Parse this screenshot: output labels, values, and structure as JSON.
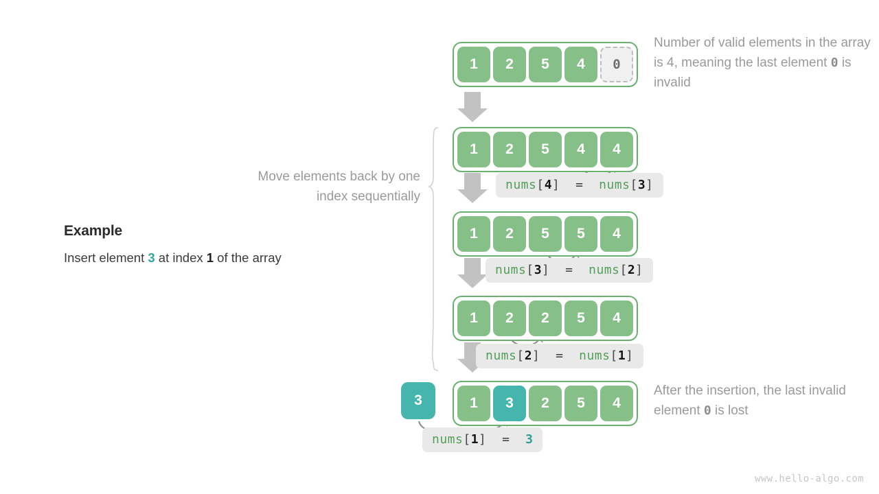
{
  "page": {
    "watermark": "www.hello-algo.com",
    "colors": {
      "green_fill": "#87bf88",
      "green_border": "#6ab06f",
      "teal_fill": "#46b5ae",
      "gray_arrow": "#bfbfbf",
      "chip_bg": "#e9e9e9",
      "caption_gray": "#9a9a9a"
    }
  },
  "example": {
    "title": "Example",
    "desc_prefix": "Insert element ",
    "desc_value": "3",
    "desc_middle": " at index ",
    "desc_index": "1",
    "desc_suffix": " of the array"
  },
  "captions": {
    "top_a": "Number of valid elements in the array is 4, meaning the last element ",
    "top_b": "0",
    "top_c": " is invalid",
    "move": "Move elements back by one index sequentially",
    "bottom_a": "After the insertion, the last invalid element ",
    "bottom_b": "0",
    "bottom_c": " is lost"
  },
  "rows": [
    {
      "id": "row-initial",
      "cells": [
        {
          "value": "1",
          "style": "green"
        },
        {
          "value": "2",
          "style": "green"
        },
        {
          "value": "5",
          "style": "green"
        },
        {
          "value": "4",
          "style": "green"
        },
        {
          "value": "0",
          "style": "invalid"
        }
      ]
    },
    {
      "id": "row-shift-4",
      "cells": [
        {
          "value": "1",
          "style": "green"
        },
        {
          "value": "2",
          "style": "green"
        },
        {
          "value": "5",
          "style": "green"
        },
        {
          "value": "4",
          "style": "green"
        },
        {
          "value": "4",
          "style": "green"
        }
      ]
    },
    {
      "id": "row-shift-3",
      "cells": [
        {
          "value": "1",
          "style": "green"
        },
        {
          "value": "2",
          "style": "green"
        },
        {
          "value": "5",
          "style": "green"
        },
        {
          "value": "5",
          "style": "green"
        },
        {
          "value": "4",
          "style": "green"
        }
      ]
    },
    {
      "id": "row-shift-2",
      "cells": [
        {
          "value": "1",
          "style": "green"
        },
        {
          "value": "2",
          "style": "green"
        },
        {
          "value": "2",
          "style": "green"
        },
        {
          "value": "5",
          "style": "green"
        },
        {
          "value": "4",
          "style": "green"
        }
      ]
    },
    {
      "id": "row-final",
      "cells": [
        {
          "value": "1",
          "style": "green"
        },
        {
          "value": "3",
          "style": "teal"
        },
        {
          "value": "2",
          "style": "green"
        },
        {
          "value": "5",
          "style": "green"
        },
        {
          "value": "4",
          "style": "green"
        }
      ]
    }
  ],
  "insert_value_box": "3",
  "code_chips": [
    {
      "id": "chip-4-3",
      "ident_left": "nums",
      "index_left": "4",
      "op": "=",
      "ident_right": "nums",
      "index_right": "3",
      "right_is_literal": false
    },
    {
      "id": "chip-3-2",
      "ident_left": "nums",
      "index_left": "3",
      "op": "=",
      "ident_right": "nums",
      "index_right": "2",
      "right_is_literal": false
    },
    {
      "id": "chip-2-1",
      "ident_left": "nums",
      "index_left": "2",
      "op": "=",
      "ident_right": "nums",
      "index_right": "1",
      "right_is_literal": false
    },
    {
      "id": "chip-1-val",
      "ident_left": "nums",
      "index_left": "1",
      "op": "=",
      "literal": "3",
      "right_is_literal": true
    }
  ]
}
